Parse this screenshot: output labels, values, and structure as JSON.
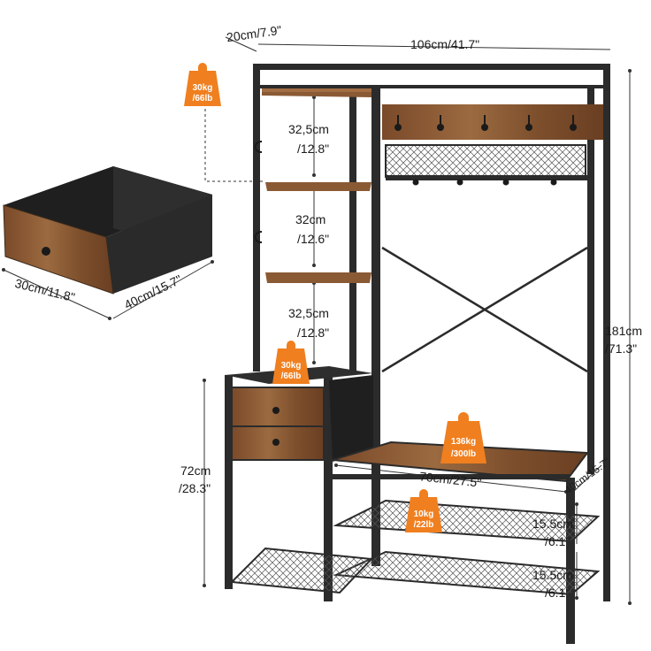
{
  "dimensions": {
    "top_depth": "20cm/7.9\"",
    "top_width": "106cm/41.7\"",
    "shelf_gap_1": [
      "32,5cm",
      "/12.8\""
    ],
    "shelf_gap_2": [
      "32cm",
      "/12.6\""
    ],
    "shelf_gap_3": [
      "32,5cm",
      "/12.8\""
    ],
    "height_total": [
      "181cm",
      "/71.3\""
    ],
    "height_cabinet": [
      "72cm",
      "/28.3\""
    ],
    "bench_width": "70cm/27.5\"",
    "bench_depth": "40cm/15.7\"",
    "shoe_gap_1": [
      "15.5cm",
      "/6.1\""
    ],
    "shoe_gap_2": [
      "15.5cm",
      "/6.1\""
    ],
    "drawer_width": "30cm/11.8\"",
    "drawer_depth": "40cm/15.7\""
  },
  "load_badges": {
    "shelf": [
      "30kg",
      "/66lb"
    ],
    "cabinet": [
      "30kg",
      "/66lb"
    ],
    "bench": [
      "136kg",
      "/300lb"
    ],
    "shoe_rack": [
      "10kg",
      "/22lb"
    ]
  },
  "colors": {
    "frame": "#2b2b2b",
    "wood": "#8a5a35",
    "wood_dark": "#5e3a20",
    "badge": "#f07f1f",
    "dimension_line": "#333333"
  }
}
